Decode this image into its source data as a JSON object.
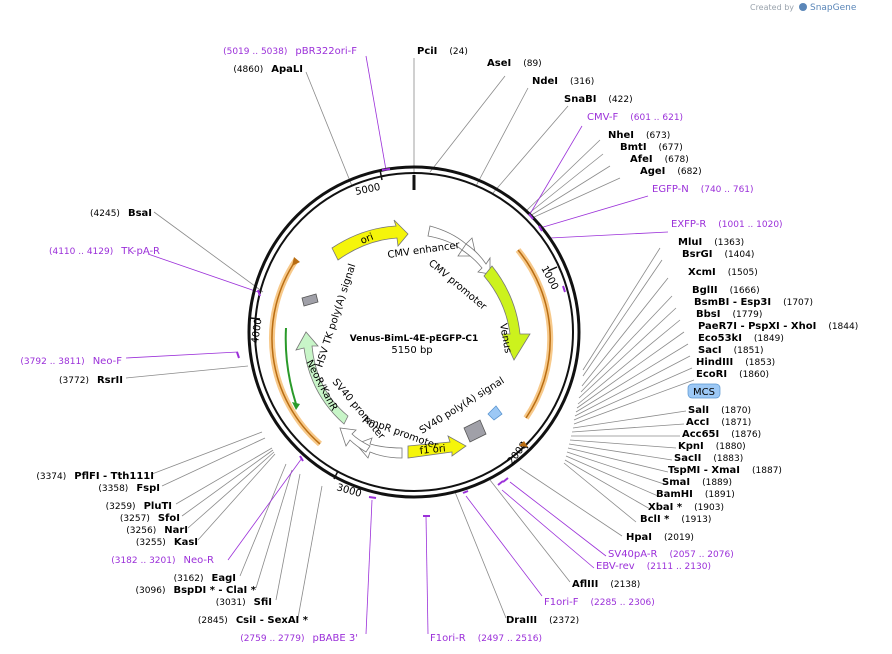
{
  "credit": {
    "prefix": "Created by",
    "brand": "SnapGene"
  },
  "plasmid": {
    "name": "Venus-BimL-4E-pEGFP-C1",
    "length_label": "5150 bp"
  },
  "ticks": [
    "1000",
    "2000",
    "3000",
    "4000",
    "5000"
  ],
  "features": [
    {
      "label": "ori",
      "color": "#f5f50a"
    },
    {
      "label": "CMV enhancer",
      "color": "#ffffff"
    },
    {
      "label": "CMV promoter",
      "color": "#ffffff"
    },
    {
      "label": "Venus",
      "color": "#ccf21d"
    },
    {
      "label": "SV40 poly(A) signal",
      "color": "#a0a0a8"
    },
    {
      "label": "f1 ori",
      "color": "#f5f50a"
    },
    {
      "label": "AmpR promoter",
      "color": "#ffffff"
    },
    {
      "label": "SV40 promoter",
      "color": "#ffffff"
    },
    {
      "label": "NeoR/KanR",
      "color": "#c8f5c8"
    },
    {
      "label": "HSV TK poly(A) signal",
      "color": "#a0a0a8"
    }
  ],
  "mcs_label": "MCS",
  "right_sites": [
    {
      "name": "PciI",
      "pos": "(24)"
    },
    {
      "name": "AseI",
      "pos": "(89)"
    },
    {
      "name": "NdeI",
      "pos": "(316)"
    },
    {
      "name": "SnaBI",
      "pos": "(422)"
    },
    {
      "name": "NheI",
      "pos": "(673)"
    },
    {
      "name": "BmtI",
      "pos": "(677)"
    },
    {
      "name": "AfeI",
      "pos": "(678)"
    },
    {
      "name": "AgeI",
      "pos": "(682)"
    },
    {
      "name": "MluI",
      "pos": "(1363)"
    },
    {
      "name": "BsrGI",
      "pos": "(1404)"
    },
    {
      "name": "XcmI",
      "pos": "(1505)"
    },
    {
      "name": "BglII",
      "pos": "(1666)"
    },
    {
      "name": "BsmBI - Esp3I",
      "pos": "(1707)"
    },
    {
      "name": "BbsI",
      "pos": "(1779)"
    },
    {
      "name": "PaeR7I - PspXI - XhoI",
      "pos": "(1844)"
    },
    {
      "name": "Eco53kI",
      "pos": "(1849)"
    },
    {
      "name": "SacI",
      "pos": "(1851)"
    },
    {
      "name": "HindIII",
      "pos": "(1853)"
    },
    {
      "name": "EcoRI",
      "pos": "(1860)"
    },
    {
      "name": "SalI",
      "pos": "(1870)"
    },
    {
      "name": "AccI",
      "pos": "(1871)"
    },
    {
      "name": "Acc65I",
      "pos": "(1876)"
    },
    {
      "name": "KpnI",
      "pos": "(1880)"
    },
    {
      "name": "SacII",
      "pos": "(1883)"
    },
    {
      "name": "TspMI - XmaI",
      "pos": "(1887)"
    },
    {
      "name": "SmaI",
      "pos": "(1889)"
    },
    {
      "name": "BamHI",
      "pos": "(1891)"
    },
    {
      "name": "XbaI *",
      "pos": "(1903)"
    },
    {
      "name": "BclI *",
      "pos": "(1913)"
    },
    {
      "name": "HpaI",
      "pos": "(2019)"
    },
    {
      "name": "AflIII",
      "pos": "(2138)"
    },
    {
      "name": "DraIII",
      "pos": "(2372)"
    }
  ],
  "left_sites": [
    {
      "name": "ApaLI",
      "pos": "(4860)"
    },
    {
      "name": "BsaI",
      "pos": "(4245)"
    },
    {
      "name": "RsrII",
      "pos": "(3772)"
    },
    {
      "name": "PflFI - Tth111I",
      "pos": "(3374)"
    },
    {
      "name": "FspI",
      "pos": "(3358)"
    },
    {
      "name": "PluTI",
      "pos": "(3259)"
    },
    {
      "name": "SfoI",
      "pos": "(3257)"
    },
    {
      "name": "NarI",
      "pos": "(3256)"
    },
    {
      "name": "KasI",
      "pos": "(3255)"
    },
    {
      "name": "EagI",
      "pos": "(3162)"
    },
    {
      "name": "BspDI * - ClaI *",
      "pos": "(3096)"
    },
    {
      "name": "SfiI",
      "pos": "(3031)"
    },
    {
      "name": "CsiI - SexAI *",
      "pos": "(2845)"
    }
  ],
  "primers": [
    {
      "name": "pBR322ori-F",
      "range": "(5019 .. 5038)"
    },
    {
      "name": "CMV-F",
      "range": "(601 .. 621)"
    },
    {
      "name": "EGFP-N",
      "range": "(740 .. 761)"
    },
    {
      "name": "EXFP-R",
      "range": "(1001 .. 1020)"
    },
    {
      "name": "TK-pA-R",
      "range": "(4110 .. 4129)"
    },
    {
      "name": "Neo-F",
      "range": "(3792 .. 3811)"
    },
    {
      "name": "Neo-R",
      "range": "(3182 .. 3201)"
    },
    {
      "name": "SV40pA-R",
      "range": "(2057 .. 2076)"
    },
    {
      "name": "EBV-rev",
      "range": "(2111 .. 2130)"
    },
    {
      "name": "F1ori-F",
      "range": "(2285 .. 2306)"
    },
    {
      "name": "F1ori-R",
      "range": "(2497 .. 2516)"
    },
    {
      "name": "pBABE 3'",
      "range": "(2759 .. 2779)"
    }
  ]
}
